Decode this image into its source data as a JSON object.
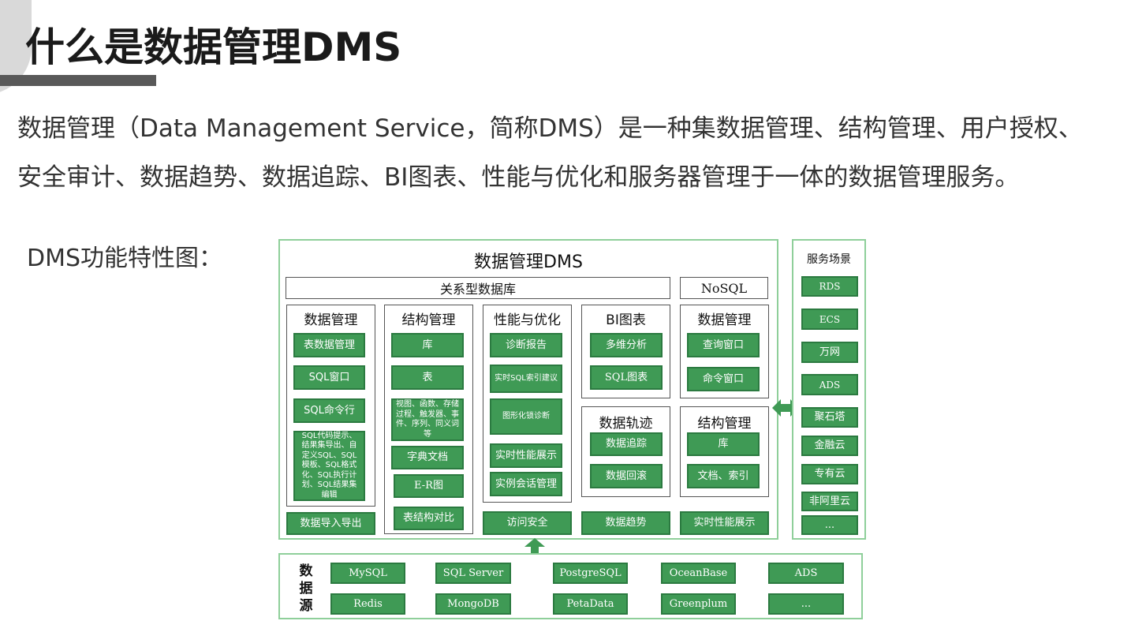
{
  "slide": {
    "title": "什么是数据管理DMS",
    "description_lines": [
      "数据管理（Data Management Service，简称DMS）是一种集数据管理、结构管理、用户授权、",
      "安全审计、数据趋势、数据追踪、BI图表、性能与优化和服务器管理于一体的数据管理服务。"
    ],
    "feature_label": "DMS功能特性图："
  },
  "diagram": {
    "main_title": "数据管理DMS",
    "relational_label": "关系型数据库",
    "nosql_label": "NoSQL",
    "columns": {
      "data_mgmt": {
        "heading": "数据管理",
        "items": [
          "表数据管理",
          "SQL窗口",
          "SQL命令行",
          "SQL代码提示、结果集导出、自定义SQL、SQL模板、SQL格式化、SQL执行计划、SQL结果集编辑"
        ],
        "footer": "数据导入导出"
      },
      "struct_mgmt": {
        "heading": "结构管理",
        "items": [
          "库",
          "表",
          "视图、函数、存储过程、触发器、事件、序列、同义词等",
          "字典文档",
          "E-R图",
          "表结构对比"
        ]
      },
      "perf": {
        "heading": "性能与优化",
        "items": [
          "诊断报告",
          "实时SQL索引建议",
          "图形化锁诊断",
          "实时性能展示",
          "实例会话管理"
        ],
        "footer": "访问安全"
      },
      "bi": {
        "heading": "BI图表",
        "items": [
          "多维分析",
          "SQL图表"
        ]
      },
      "trace": {
        "heading": "数据轨迹",
        "items": [
          "数据追踪",
          "数据回滚"
        ],
        "footer": "数据趋势"
      },
      "nosql_data": {
        "heading": "数据管理",
        "items": [
          "查询窗口",
          "命令窗口"
        ]
      },
      "nosql_struct": {
        "heading": "结构管理",
        "items": [
          "库",
          "文档、索引"
        ],
        "footer": "实时性能展示"
      }
    },
    "service": {
      "heading": "服务场景",
      "items": [
        "RDS",
        "ECS",
        "万网",
        "ADS",
        "聚石塔",
        "金融云",
        "专有云",
        "非阿里云",
        "..."
      ]
    },
    "datasource": {
      "label": "数据源",
      "items": [
        "MySQL",
        "SQL Server",
        "PostgreSQL",
        "OceanBase",
        "ADS",
        "Redis",
        "MongoDB",
        "PetaData",
        "Greenplum",
        "..."
      ]
    },
    "colors": {
      "green": "#3f9a55",
      "frame": "#8fcf9a",
      "title_bar": "#595959"
    }
  }
}
